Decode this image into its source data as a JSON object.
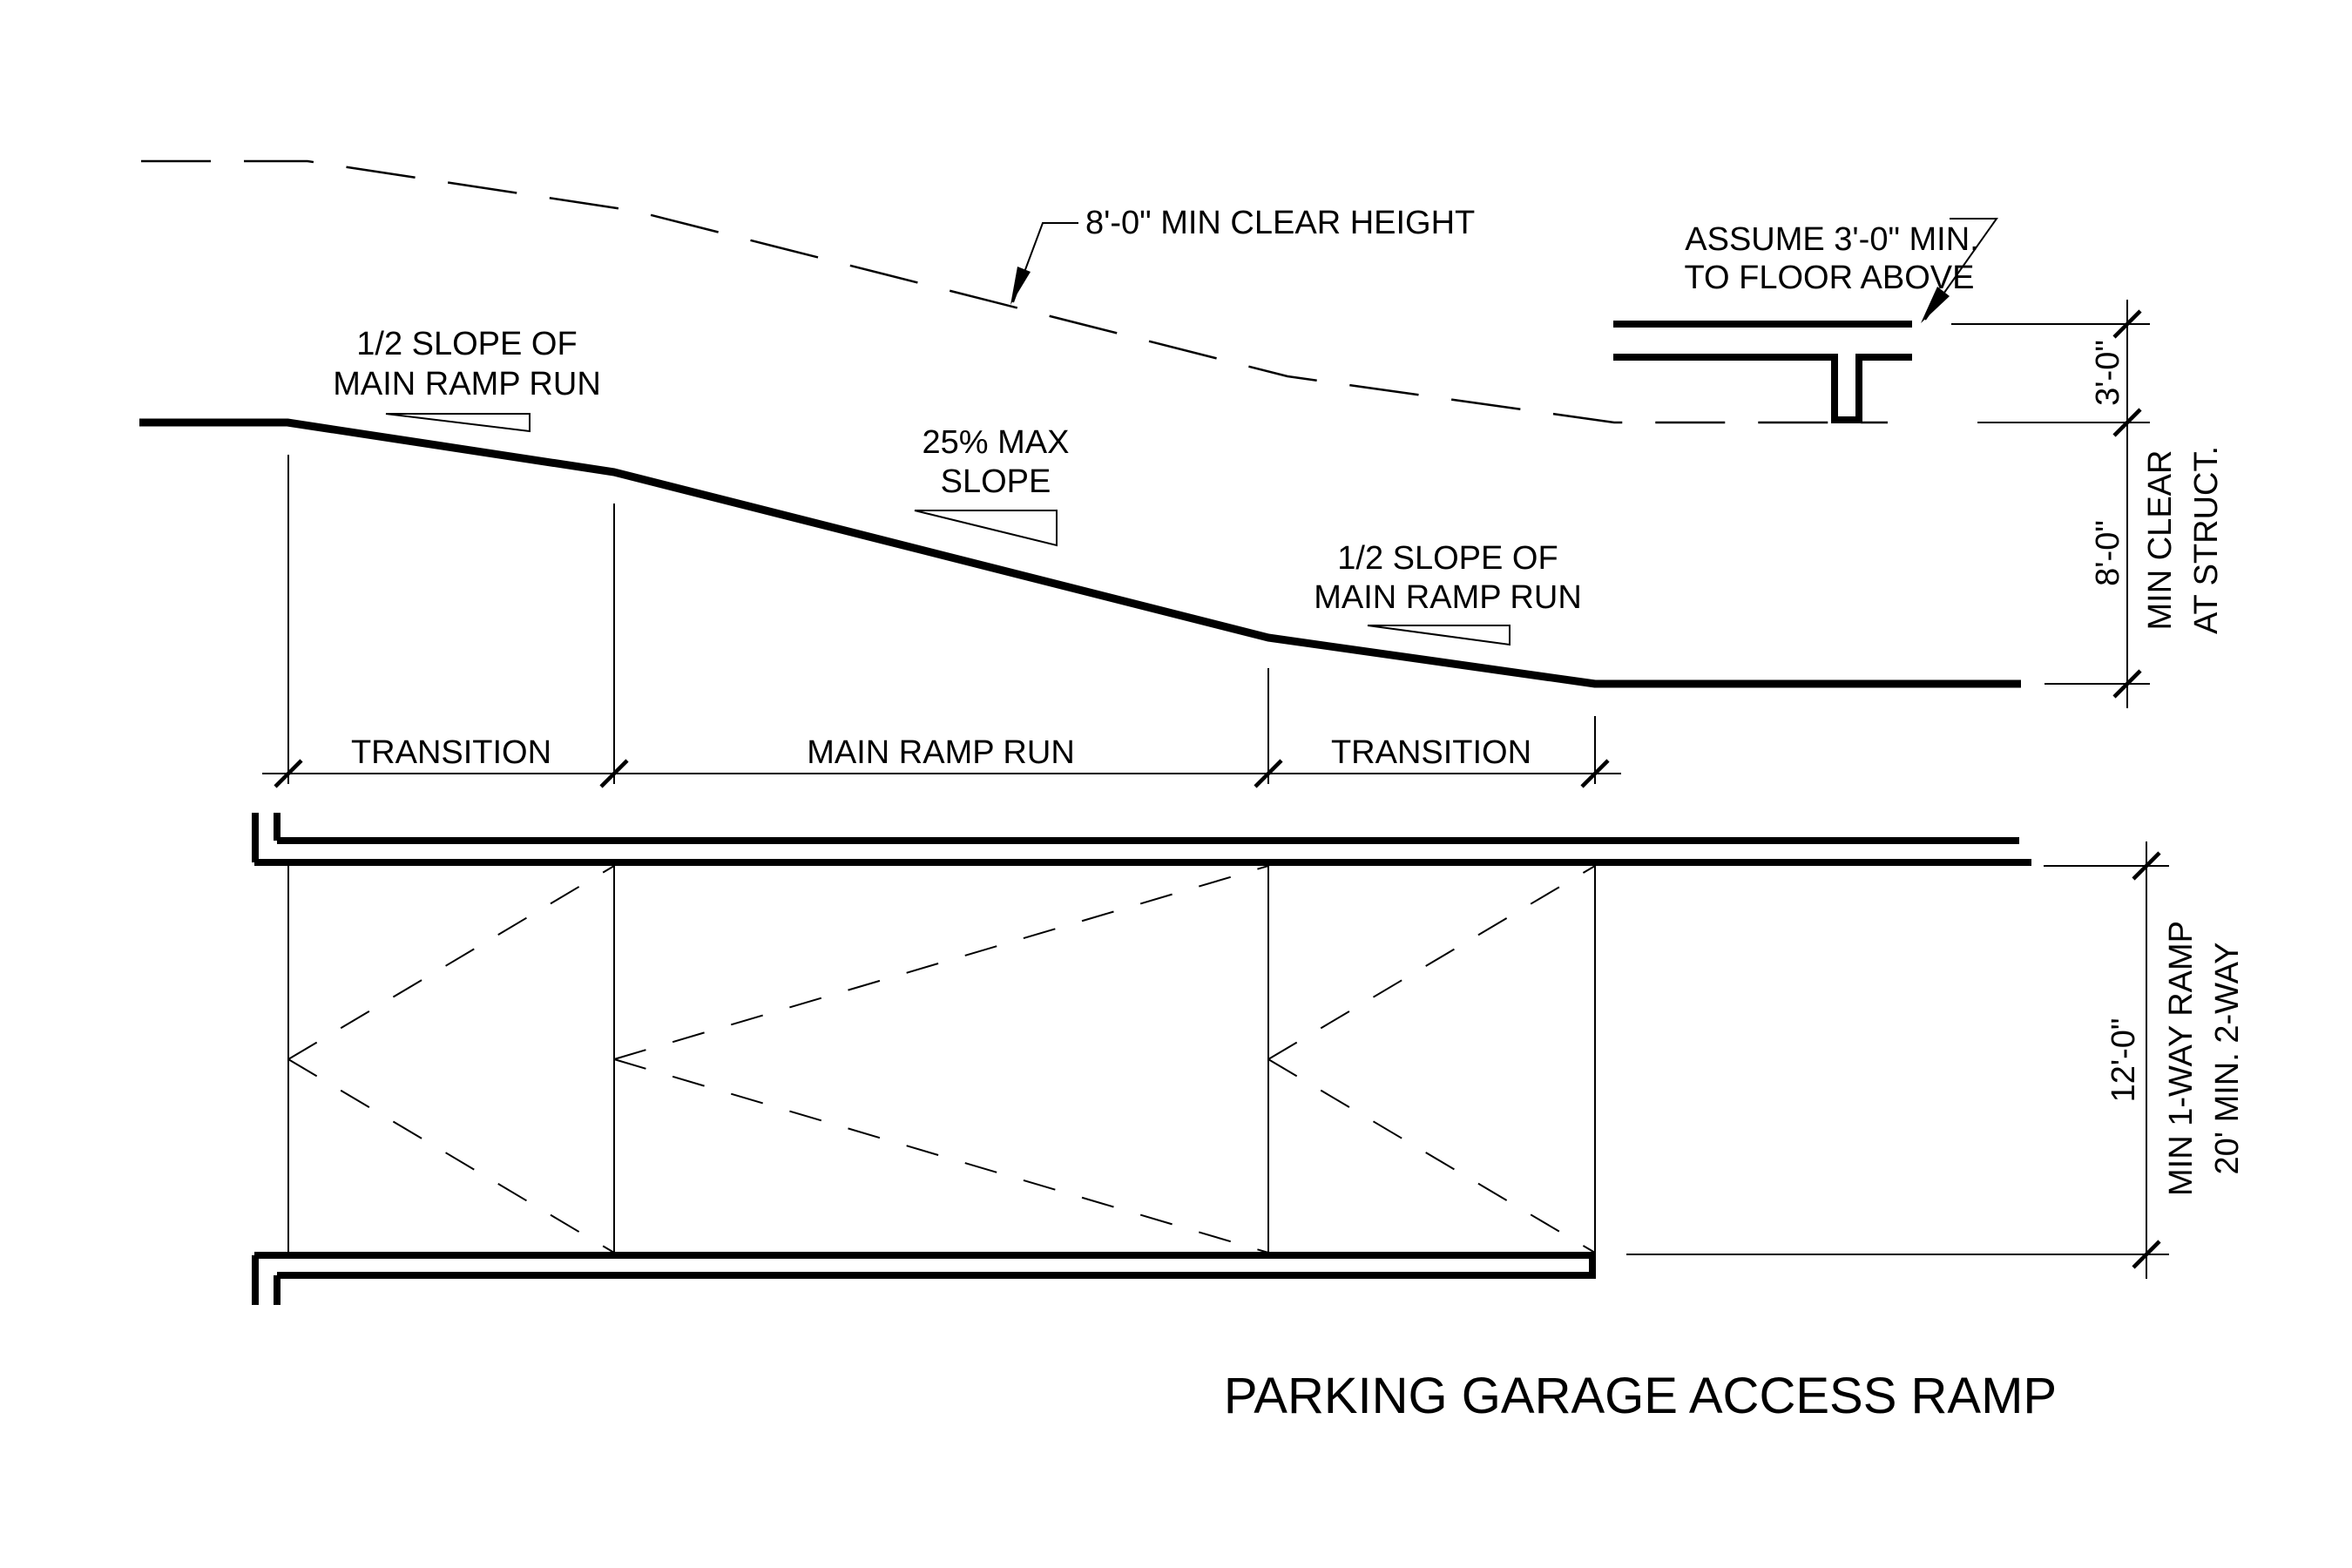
{
  "colors": {
    "line": "#000000",
    "background": "#ffffff"
  },
  "title": "PARKING GARAGE ACCESS RAMP",
  "section_view": {
    "clear_height_callout": "8'-0\" MIN CLEAR HEIGHT",
    "floor_above_note": {
      "line1": "ASSUME 3'-0\" MIN.",
      "line2": "TO FLOOR ABOVE"
    },
    "left_slope_label": {
      "line1": "1/2 SLOPE OF",
      "line2": "MAIN RAMP RUN"
    },
    "max_slope_label": {
      "line1": "25% MAX",
      "line2": "SLOPE"
    },
    "right_slope_label": {
      "line1": "1/2 SLOPE OF",
      "line2": "MAIN RAMP RUN"
    },
    "dims": {
      "floor_above": "3'-0\"",
      "clear_height": "8'-0\"",
      "clear_note": {
        "line1": "MIN CLEAR",
        "line2": "AT STRUCT."
      },
      "zone_left": "TRANSITION",
      "zone_middle": "MAIN RAMP RUN",
      "zone_right": "TRANSITION"
    }
  },
  "plan_view": {
    "dims": {
      "width": "12'-0\"",
      "width_note": {
        "line1": "MIN 1-WAY RAMP",
        "line2": "20' MIN. 2-WAY"
      }
    }
  },
  "diagram_data": {
    "type": "architectural-detail",
    "max_ramp_slope": "25%",
    "transition_slope": "1/2 of main ramp run slope",
    "min_clear_height": "8'-0\"",
    "assumed_structure_depth_to_floor_above": "3'-0\"",
    "min_ramp_width_one_way": "12'-0\"",
    "min_ramp_width_two_way": "20'",
    "zones": [
      "TRANSITION",
      "MAIN RAMP RUN",
      "TRANSITION"
    ]
  }
}
